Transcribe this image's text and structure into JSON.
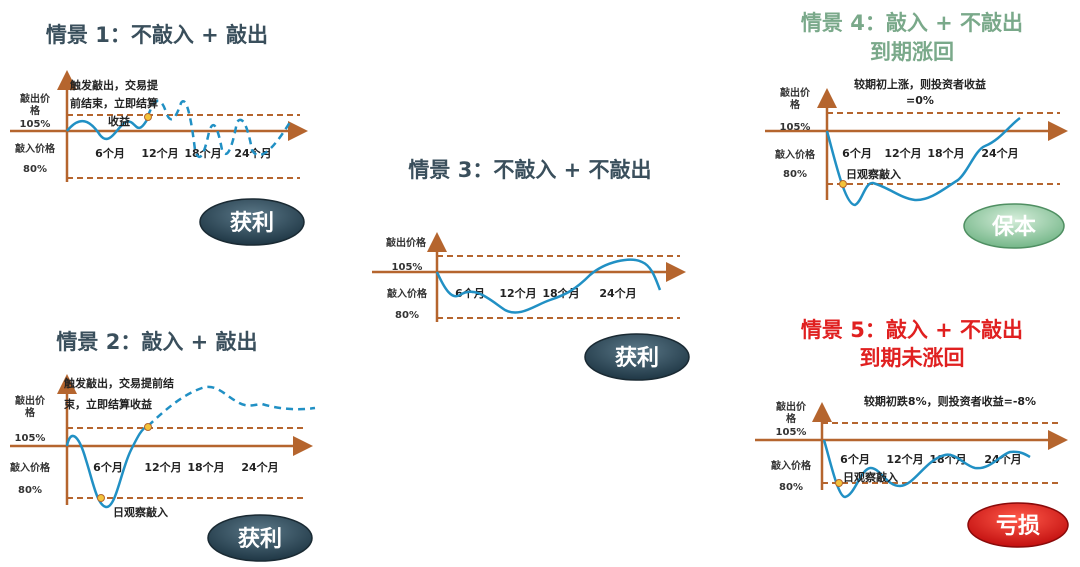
{
  "scenarios": [
    {
      "title": "情景 1：不敲入 + 敲出",
      "knockout_label_1": "敲出价",
      "knockout_label_2": "格",
      "knockout_pct": "105%",
      "knockin_label": "敲入价格",
      "knockin_pct": "80%",
      "months": [
        "6个月",
        "12个月",
        "18个月",
        "24个月"
      ],
      "annotation": [
        "触发敲出，交易提",
        "前结束，立即结算",
        "收益"
      ],
      "result": "获利"
    },
    {
      "title": "情景 2：敲入 + 敲出",
      "knockout_label_1": "敲出价",
      "knockout_label_2": "格",
      "knockout_pct": "105%",
      "knockin_label": "敲入价格",
      "knockin_pct": "80%",
      "months": [
        "6个月",
        "12个月",
        "18个月",
        "24个月"
      ],
      "annotation": [
        "触发敲出，交易提前结",
        "束，立即结算收益"
      ],
      "knockin_note": "日观察敲入",
      "result": "获利"
    },
    {
      "title": "情景 3：不敲入 + 不敲出",
      "knockout_label": "敲出价格",
      "knockout_pct": "105%",
      "knockin_label": "敲入价格",
      "knockin_pct": "80%",
      "months": [
        "6个月",
        "12个月",
        "18个月",
        "24个月"
      ],
      "result": "获利"
    },
    {
      "title": [
        "情景 4：敲入 + 不敲出",
        "到期涨回"
      ],
      "knockout_label_1": "敲出价",
      "knockout_label_2": "格",
      "knockout_pct": "105%",
      "knockin_label": "敲入价格",
      "knockin_pct": "80%",
      "months": [
        "6个月",
        "12个月",
        "18个月",
        "24个月"
      ],
      "annotation": [
        "较期初上涨，则投资者收益",
        "=0%"
      ],
      "knockin_note": "日观察敲入",
      "result": "保本"
    },
    {
      "title": [
        "情景 5：敲入 + 不敲出",
        "到期未涨回"
      ],
      "knockout_label_1": "敲出价",
      "knockout_label_2": "格",
      "knockout_pct": "105%",
      "knockin_label": "敲入价格",
      "knockin_pct": "80%",
      "months": [
        "6个月",
        "12个月",
        "18个月",
        "24个月"
      ],
      "annotation": [
        "较期初跌8%，则投资者收益=-8%"
      ],
      "knockin_note": "日观察敲入",
      "result": "亏损"
    }
  ],
  "colors": {
    "profit": "#2f4b5a",
    "breakeven": "#8fc6a0",
    "loss": "#e0201c",
    "title4": "#7aa98a",
    "title5": "#e02020",
    "curve": "#2190c4",
    "axis": "#b5652e"
  }
}
